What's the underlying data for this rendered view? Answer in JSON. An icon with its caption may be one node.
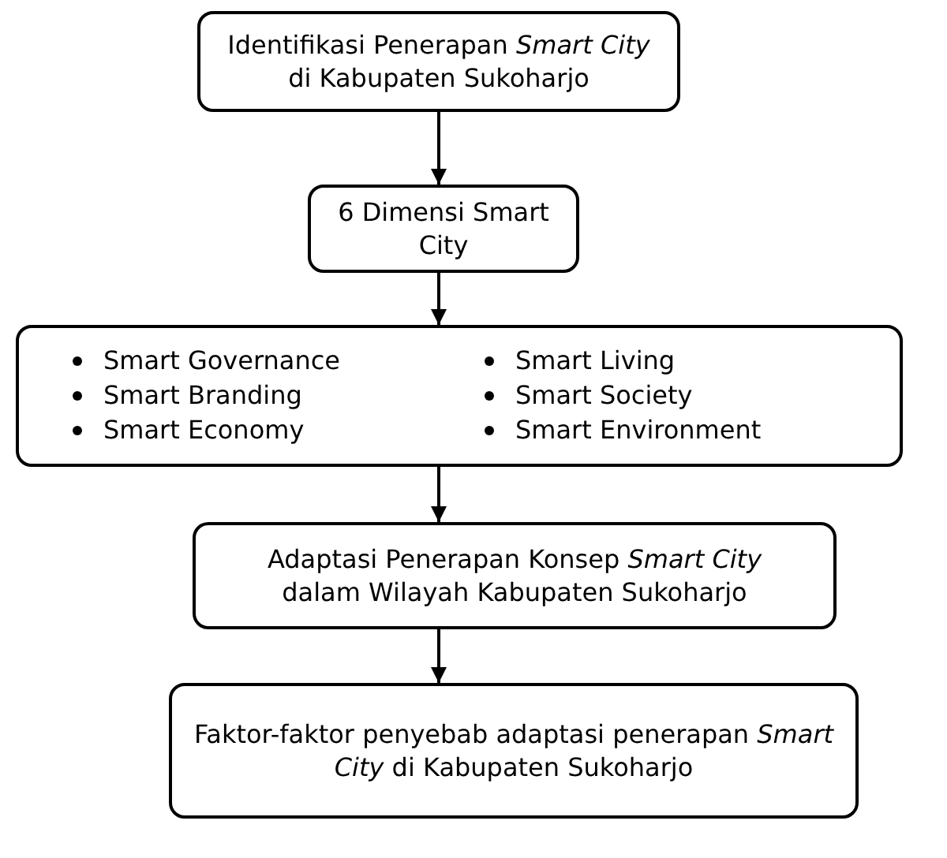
{
  "diagram": {
    "nodes": [
      {
        "text": [
          "Identifikasi Penerapan *Smart City* di Kabupaten Sukoharjo"
        ]
      },
      {
        "text": [
          "6 Dimensi Smart City"
        ]
      },
      {
        "text": [
          "Smart Governance",
          "Smart Living",
          "Smart Branding",
          "Smart Society",
          "Smart Economy",
          "Smart Environment"
        ]
      },
      {
        "text": [
          "Adaptasi Penerapan Konsep *Smart City* dalam Wilayah Kabupaten Sukoharjo"
        ]
      },
      {
        "text": [
          "Faktor-faktor penyebab adaptasi penerapan *Smart City* di Kabupaten Sukoharjo"
        ]
      }
    ],
    "edges": [
      {
        "from": 0,
        "to": 1,
        "arrow": "to"
      },
      {
        "from": 1,
        "to": 2,
        "arrow": "to"
      },
      {
        "from": 2,
        "to": 3,
        "arrow": "to"
      },
      {
        "from": 3,
        "to": 4,
        "arrow": "to"
      }
    ]
  }
}
